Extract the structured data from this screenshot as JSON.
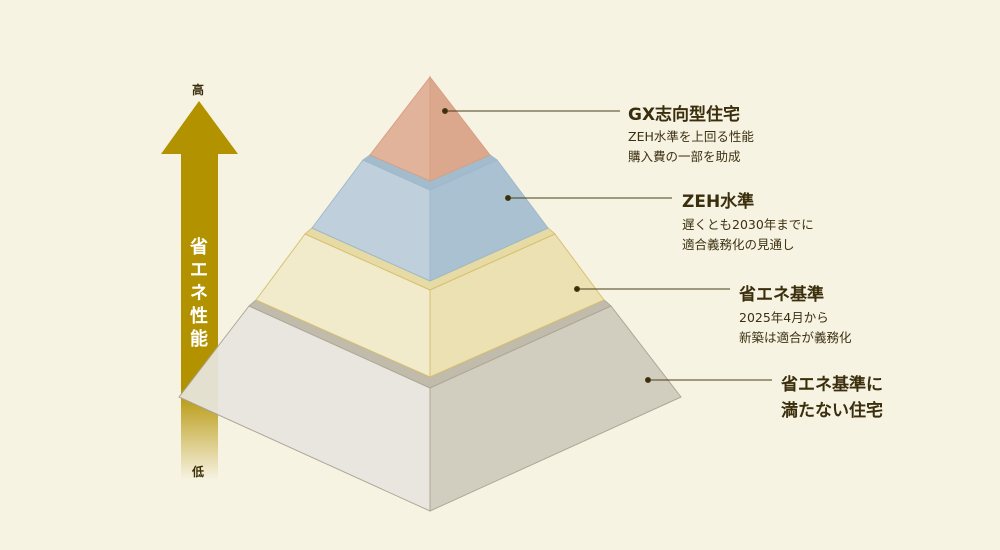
{
  "axis": {
    "top_label": "高",
    "bottom_label": "低",
    "arrow_label": "省エネ性能",
    "arrow_color": "#b39200"
  },
  "tiers": [
    {
      "title": "GX志向型住宅",
      "lines": [
        "ZEH水準を上回る性能",
        "購入費の一部を助成"
      ],
      "color": "#e1b39a"
    },
    {
      "title": "ZEH水準",
      "lines": [
        "遅くとも2030年までに",
        "適合義務化の見通し"
      ],
      "color": "#bfd0dc"
    },
    {
      "title": "省エネ基準",
      "lines": [
        "2025年4月から",
        "新築は適合が義務化"
      ],
      "color": "#f1ebcb"
    },
    {
      "title_lines": [
        "省エネ基準に",
        "満たない住宅"
      ],
      "color": "#e8e6df"
    }
  ]
}
